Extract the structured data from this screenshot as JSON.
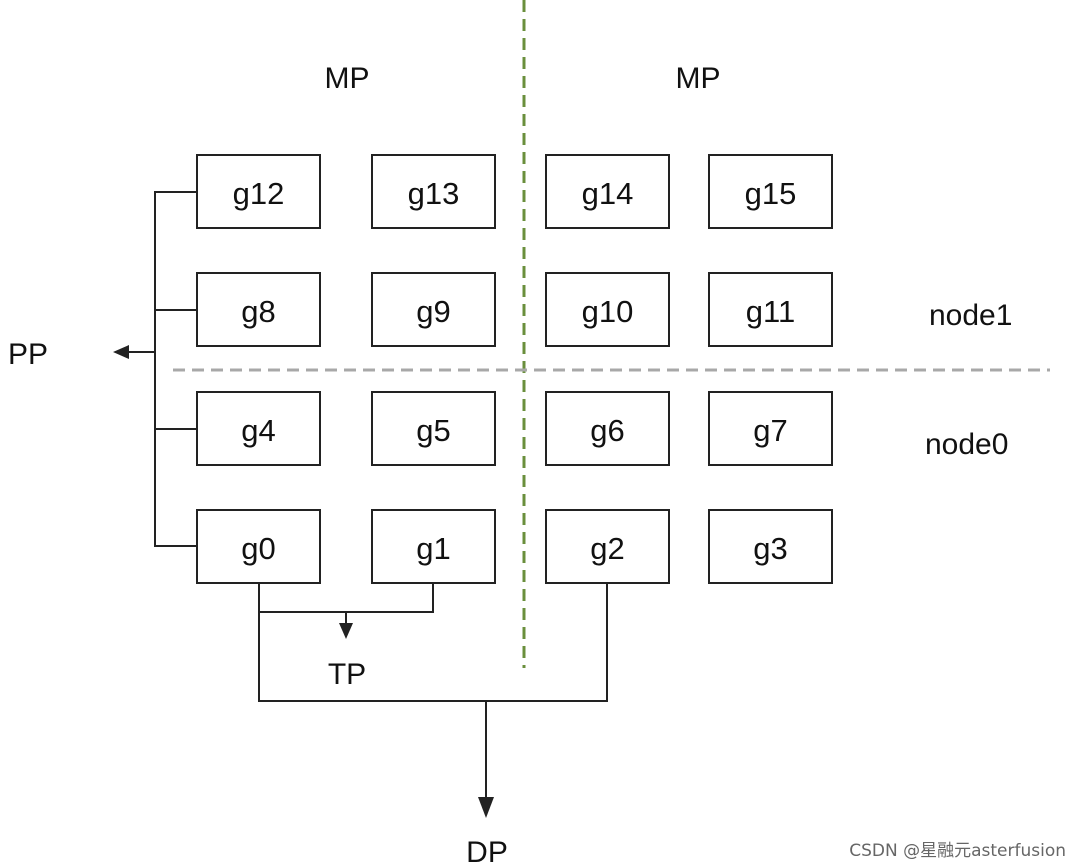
{
  "labels": {
    "mp_left": "MP",
    "mp_right": "MP",
    "pp": "PP",
    "tp": "TP",
    "dp": "DP",
    "node1": "node1",
    "node0": "node0"
  },
  "gpus": [
    [
      "g12",
      "g13",
      "g14",
      "g15"
    ],
    [
      "g8",
      "g9",
      "g10",
      "g11"
    ],
    [
      "g4",
      "g5",
      "g6",
      "g7"
    ],
    [
      "g0",
      "g1",
      "g2",
      "g3"
    ]
  ],
  "watermark": "CSDN @星融元asterfusion",
  "colors": {
    "mp_divider": "#6a8f3c",
    "node_divider": "#a8a8a8",
    "line": "#222222"
  }
}
